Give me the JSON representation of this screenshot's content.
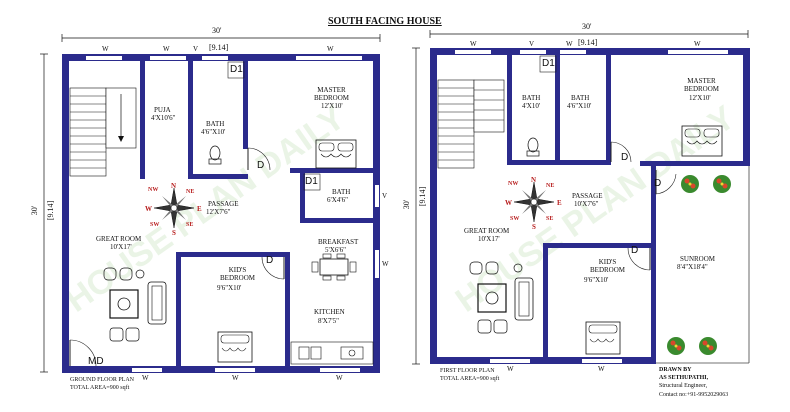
{
  "title": "SOUTH FACING HOUSE",
  "ground": {
    "width_dim": "30'",
    "width_dim_m": "[9.14]",
    "height_dim": "30'",
    "height_dim_m": "[9.14]",
    "window": "W",
    "ventilator": "V",
    "rooms": {
      "puja": {
        "name": "PUJA",
        "size": "4'X10'6\""
      },
      "bath1": {
        "name": "BATH",
        "size": "4'6\"X10'"
      },
      "master": {
        "name": "MASTER\nBEDROOM",
        "size": "12'X10'"
      },
      "bath2": {
        "name": "BATH",
        "size": "6'X4'6\""
      },
      "passage": {
        "name": "PASSAGE",
        "size": "12'X7'6\""
      },
      "great": {
        "name": "GREAT ROOM",
        "size": "10'X17'"
      },
      "kids": {
        "name": "KID'S\nBEDROOM",
        "size": "9'6\"X10'"
      },
      "breakfast": {
        "name": "BREAKFAST",
        "size": "5'X6'6\""
      },
      "kitchen": {
        "name": "KITCHEN",
        "size": "8'X7'5\""
      }
    },
    "doors": {
      "d": "D",
      "d1": "D1",
      "md": "MD"
    },
    "caption1": "GROUND FLOOR PLAN",
    "caption2": "TOTAL AREA=900 sqft"
  },
  "first": {
    "width_dim": "30'",
    "width_dim_m": "[9.14]",
    "height_dim": "30'",
    "height_dim_m": "[9.14]",
    "window": "W",
    "ventilator": "V",
    "rooms": {
      "bath1": {
        "name": "BATH",
        "size": "4'X10'"
      },
      "bath2": {
        "name": "BATH",
        "size": "4'6\"X10'"
      },
      "master": {
        "name": "MASTER\nBEDROOM",
        "size": "12'X10'"
      },
      "passage": {
        "name": "PASSAGE",
        "size": "10'X7'6\""
      },
      "great": {
        "name": "GREAT ROOM",
        "size": "10'X17'"
      },
      "kids": {
        "name": "KID'S\nBEDROOM",
        "size": "9'6\"X10'"
      },
      "sunroom": {
        "name": "SUNROOM",
        "size": "8'4\"X18'4\""
      }
    },
    "doors": {
      "d": "D",
      "d1": "D1"
    },
    "caption1": "FIRST FLOOR PLAN",
    "caption2": "TOTAL AREA=900 sqft"
  },
  "compass": {
    "n": "N",
    "s": "S",
    "e": "E",
    "w": "W",
    "ne": "NE",
    "nw": "NW",
    "se": "SE",
    "sw": "SW"
  },
  "credits": {
    "line1": "DRAWN BY",
    "line2": "AS SETHUPATHI,",
    "line3": "Structural Engineer,",
    "line4": "Contact no:+91-9952029063"
  },
  "watermark": "HOUSE PLAN DAILY",
  "colors": {
    "wall": "#2b2b8c",
    "door": "#222222",
    "compass_red": "#b81f1f"
  }
}
